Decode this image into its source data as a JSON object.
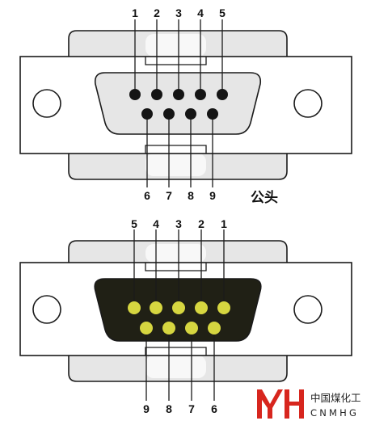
{
  "male": {
    "caption": "公头",
    "top_pins": [
      "1",
      "2",
      "3",
      "4",
      "5"
    ],
    "bottom_pins": [
      "6",
      "7",
      "8",
      "9"
    ]
  },
  "female": {
    "top_pins": [
      "5",
      "4",
      "3",
      "2",
      "1"
    ],
    "bottom_pins": [
      "9",
      "8",
      "7",
      "6"
    ]
  },
  "logo": {
    "chinese": "中国煤化工",
    "english": "CNMHG"
  },
  "colors": {
    "outline": "#1a1a1a",
    "shell_light": "#f0f0f0",
    "shell_mid": "#dcdcdc",
    "male_insert": "#e6e6e6",
    "pin_dark": "#151515",
    "female_insert": "#202015",
    "female_pin": "#d6d640",
    "logo_red": "#d7261e"
  }
}
